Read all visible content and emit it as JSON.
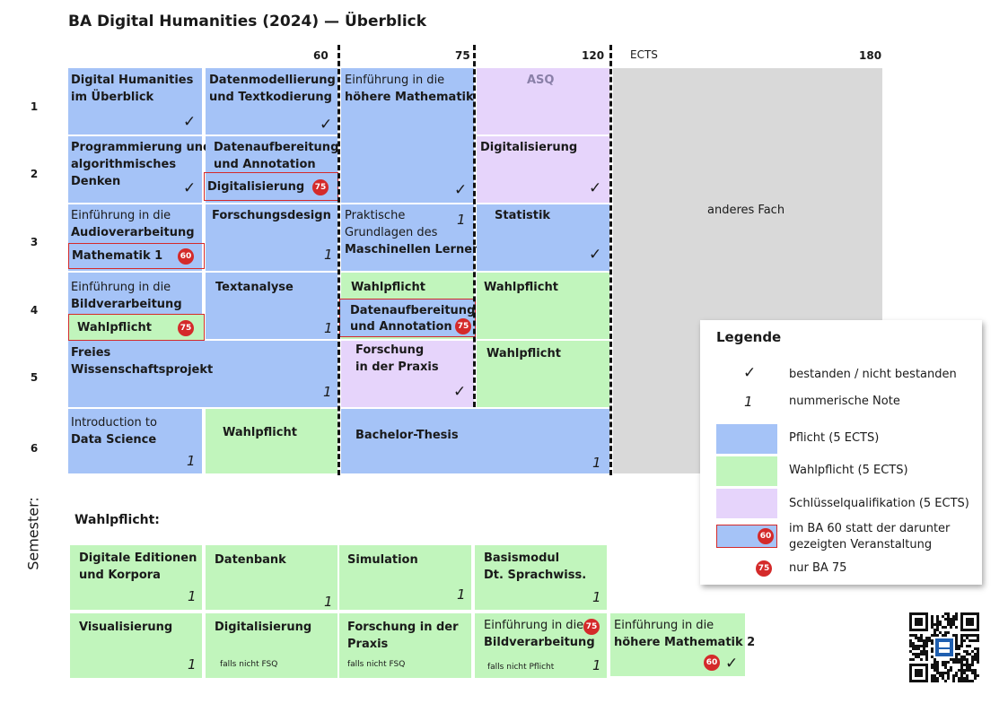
{
  "title": "BA Digital Humanities (2024) — Überblick",
  "header": {
    "c60": "60",
    "c75": "75",
    "c120": "120",
    "ects": "ECTS",
    "c180": "180"
  },
  "semester_label": "Semester:",
  "semesters": [
    "1",
    "2",
    "3",
    "4",
    "5",
    "6"
  ],
  "mark": {
    "check": "✓",
    "grade": "1"
  },
  "badges": {
    "b60": "60",
    "b75": "75"
  },
  "grid": {
    "dh_ueberblick": [
      "Digital Humanities",
      "im Überblick"
    ],
    "datenmodellierung": [
      "Datenmodellierung",
      "und Textkodierung"
    ],
    "einf_mathe": {
      "line1": "Einführung in die",
      "line2": "höhere Mathematik"
    },
    "asq": "ASQ",
    "programmierung": [
      "Programmierung und",
      "algorithmisches",
      "Denken"
    ],
    "datenaufbereitung": [
      "Datenaufbereitung",
      "und Annotation"
    ],
    "digitalisierung_red": "Digitalisierung",
    "digitalisierung_s": "Digitalisierung",
    "audio": {
      "line1": "Einführung in die",
      "line2": "Audioverarbeitung"
    },
    "mathematik1": "Mathematik 1",
    "forschungsdesign": "Forschungsdesign",
    "ml": {
      "line1": "Praktische",
      "line2": "Grundlagen des",
      "line3": "Maschinellen Lernen"
    },
    "statistik": "Statistik",
    "bild": {
      "line1": "Einführung in die",
      "line2": "Bildverarbeitung"
    },
    "wahlpflicht_red": "Wahlpflicht",
    "textanalyse": "Textanalyse",
    "wahlpflicht_75": "Wahlpflicht",
    "daten_red": [
      "Datenaufbereitung",
      "und Annotation"
    ],
    "wahlpflicht_120_4": "Wahlpflicht",
    "freies": [
      "Freies",
      "Wissenschaftsprojekt"
    ],
    "forschung_praxis": [
      "Forschung",
      "in der Praxis"
    ],
    "wahlpflicht_120_5": "Wahlpflicht",
    "intro_ds": {
      "line1": "Introduction to",
      "line2": "Data Science"
    },
    "wahlpflicht_6": "Wahlpflicht",
    "bachelor": "Bachelor-Thesis",
    "anderes_fach": "anderes Fach"
  },
  "wahlpflicht": {
    "heading": "Wahlpflicht:",
    "editionen": [
      "Digitale Editionen",
      "und Korpora"
    ],
    "datenbank": "Datenbank",
    "simulation": "Simulation",
    "basismodul": [
      "Basismodul",
      "Dt. Sprachwiss."
    ],
    "visualisierung": "Visualisierung",
    "digitalisierung": "Digitalisierung",
    "digitalisierung_note": "falls nicht FSQ",
    "forschung": [
      "Forschung in der",
      "Praxis"
    ],
    "forschung_note": "falls nicht FSQ",
    "bild": {
      "line1": "Einführung in die",
      "line2": "Bildverarbeitung"
    },
    "bild_note": "falls nicht Pflicht",
    "mathe2": {
      "line1": "Einführung in die",
      "line2": "höhere Mathematik 2"
    }
  },
  "legend": {
    "title": "Legende",
    "check": "✓",
    "check_text": "bestanden / nicht bestanden",
    "grade": "1",
    "grade_text": "nummerische Note",
    "pflicht": "Pflicht (5 ECTS)",
    "wahlpflicht": "Wahlpflicht (5 ECTS)",
    "schluessel": "Schlüsselqualifikation (5 ECTS)",
    "ba60": [
      "im BA 60 statt der darunter",
      "gezeigten Veranstaltung"
    ],
    "ba75": "nur BA 75"
  },
  "colors": {
    "pflicht": "#a5c3f7",
    "wahlpflicht": "#c1f5bc",
    "schluessel": "#e6d4fb",
    "anderes": "#d9d9d9",
    "badge": "#d42a2a"
  },
  "qr_icon": "qr-code-icon"
}
